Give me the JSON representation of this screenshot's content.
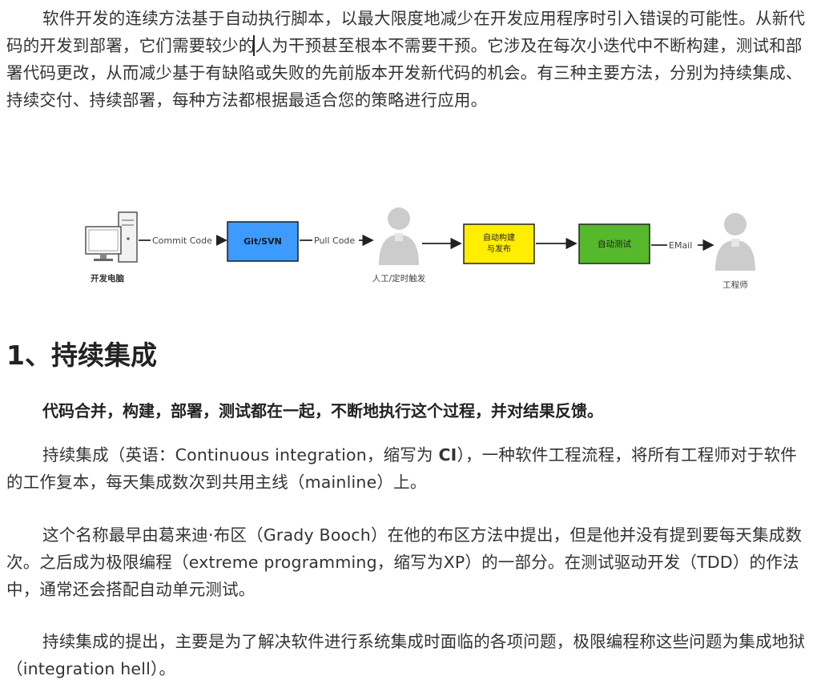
{
  "intro": {
    "text": "软件开发的连续方法基于自动执行脚本，以最大限度地减少在开发应用程序时引入错误的可能性。从新代码的开发到部署，它们需要较少的人为干预甚至根本不需要干预。它涉及在每次小迭代中不断构建，测试和部署代码更改，从而减少基于有缺陷或失败的先前版本开发新代码的机会。有三种主要方法，分别为持续集成、持续交付、持续部署，每种方法都根据最适合您的策略进行应用。"
  },
  "diagram": {
    "nodes": {
      "dev_pc": "开发电脑",
      "git_svn": "Git/SVN",
      "trigger": "人工/定时触发",
      "build_release_line1": "自动构建",
      "build_release_line2": "与发布",
      "auto_test": "自动测试",
      "engineer": "工程师"
    },
    "edges": {
      "commit_code": "Commit Code",
      "pull_code": "Pull Code",
      "email": "EMail"
    },
    "colors": {
      "git_svn": "#3d9bff",
      "build_release": "#ffee00",
      "auto_test": "#55b92b",
      "person": "#cccccc"
    }
  },
  "section": {
    "heading": "1、持续集成",
    "summary": "代码合并，构建，部署，测试都在一起，不断地执行这个过程，并对结果反馈。"
  },
  "ci_definition": {
    "before": "持续集成（英语：Continuous integration，缩写为 ",
    "abbr": "CI",
    "after": "），一种软件工程流程，将所有工程师对于软件的工作复本，每天集成数次到共用主线（mainline）上。"
  },
  "ci_history": {
    "text": "这个名称最早由葛来迪·布区（Grady Booch）在他的布区方法中提出，但是他并没有提到要每天集成数次。之后成为极限编程（extreme programming，缩写为XP）的一部分。在测试驱动开发（TDD）的作法中，通常还会搭配自动单元测试。"
  },
  "ci_purpose": {
    "text": "持续集成的提出，主要是为了解决软件进行系统集成时面临的各项问题，极限编程称这些问题为集成地狱（integration hell）。"
  }
}
